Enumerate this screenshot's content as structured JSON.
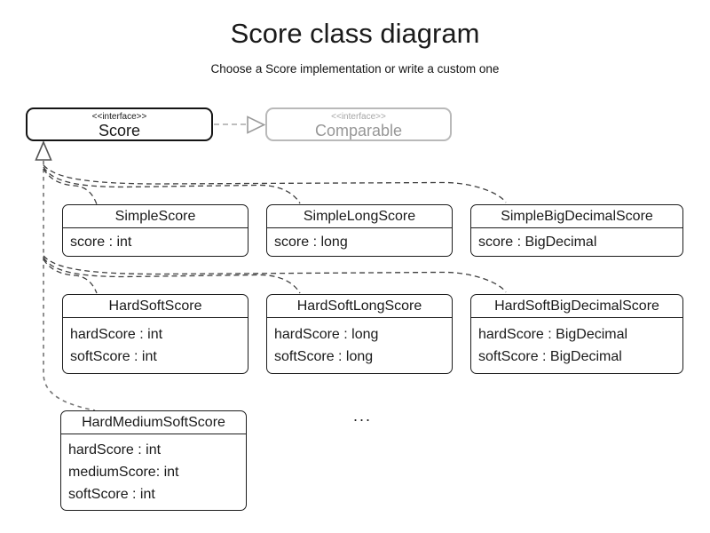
{
  "title": "Score class diagram",
  "subtitle": "Choose a Score implementation or write a custom one",
  "interfaces": {
    "score": {
      "stereotype": "<<interface>>",
      "name": "Score"
    },
    "comparable": {
      "stereotype": "<<interface>>",
      "name": "Comparable"
    }
  },
  "classes": [
    {
      "name": "SimpleScore",
      "attributes": [
        "score : int"
      ]
    },
    {
      "name": "SimpleLongScore",
      "attributes": [
        "score : long"
      ]
    },
    {
      "name": "SimpleBigDecimalScore",
      "attributes": [
        "score : BigDecimal"
      ]
    },
    {
      "name": "HardSoftScore",
      "attributes": [
        "hardScore : int",
        "softScore : int"
      ]
    },
    {
      "name": "HardSoftLongScore",
      "attributes": [
        "hardScore : long",
        "softScore : long"
      ]
    },
    {
      "name": "HardSoftBigDecimalScore",
      "attributes": [
        "hardScore : BigDecimal",
        "softScore : BigDecimal"
      ]
    },
    {
      "name": "HardMediumSoftScore",
      "attributes": [
        "hardScore : int",
        "mediumScore: int",
        "softScore : int"
      ]
    }
  ],
  "ellipsis": "...",
  "relationships": {
    "realization": {
      "from": "Score",
      "to": "Comparable",
      "type": "dashed-open-triangle"
    },
    "generalization_children": [
      "SimpleScore",
      "SimpleLongScore",
      "SimpleBigDecimalScore",
      "HardSoftScore",
      "HardSoftLongScore",
      "HardSoftBigDecimalScore",
      "HardMediumSoftScore"
    ]
  },
  "colors": {
    "box_border": "#1c1c1c",
    "muted_border": "#b9b9b9",
    "muted_text": "#979797",
    "edge_dark": "#3f3f3f",
    "edge_trunk": "#757575",
    "edge_muted": "#a9a9a9"
  }
}
